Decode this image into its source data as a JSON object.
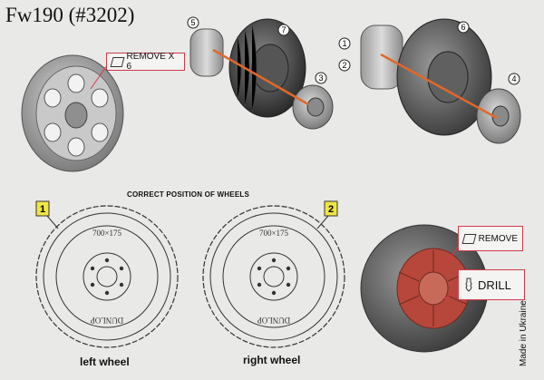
{
  "title": "Fw190 (#3202)",
  "callouts": {
    "remove_x6": "REMOVE X 6",
    "remove": "REMOVE",
    "drill": "DRILL"
  },
  "part_numbers": [
    "5",
    "7",
    "3",
    "1",
    "2",
    "6",
    "4"
  ],
  "heading": "CORRECT POSITION OF WHEELS",
  "wheels": {
    "left": {
      "badge": "1",
      "label": "left wheel",
      "tire_marking_top": "700×175",
      "tire_marking_bottom": "DUNLOP"
    },
    "right": {
      "badge": "2",
      "label": "right wheel",
      "tire_marking_top": "700×175",
      "tire_marking_bottom": "DUNLOP"
    }
  },
  "made_in": "Made in Ukraine",
  "colors": {
    "accent_red": "#d23a4a",
    "badge_yellow": "#f0e642",
    "arrow_orange": "#e0682b",
    "hub_red": "#b7473a"
  }
}
